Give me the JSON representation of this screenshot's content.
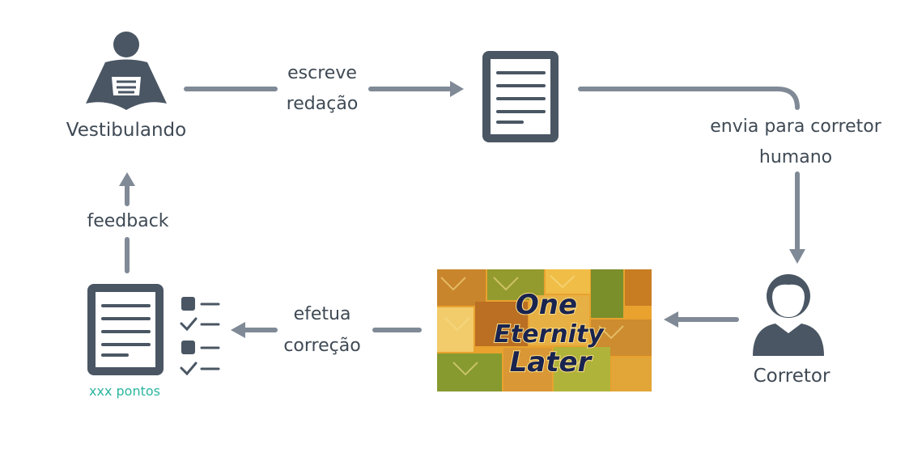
{
  "nodes": {
    "student": "Vestibulando",
    "grader": "Corretor"
  },
  "edges": {
    "write_line1": "escreve",
    "write_line2": "redação",
    "send_line1": "envia para corretor",
    "send_line2": "humano",
    "correct_line1": "efetua",
    "correct_line2": "correção",
    "feedback": "feedback"
  },
  "score_label": "xxx pontos",
  "meme": {
    "line1": "One",
    "line2": "Eternity",
    "line3": "Later"
  },
  "colors": {
    "icon": "#4a5663",
    "arrow": "#808a96",
    "text": "#3f4a55",
    "score": "#2bb5a0",
    "meme_text": "#1a2450"
  },
  "icons": [
    "reader-icon",
    "document-icon",
    "person-icon",
    "document-graded-icon",
    "checklist-icon"
  ]
}
